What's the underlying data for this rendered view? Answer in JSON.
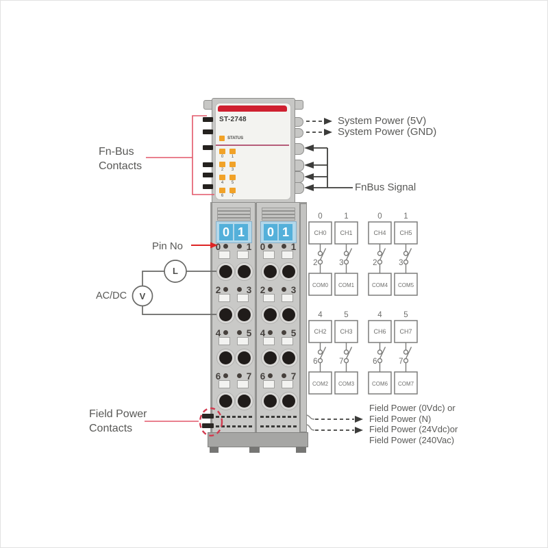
{
  "colors": {
    "module_red": "#cf2030",
    "led_orange": "#f1a228",
    "display_blue_cell": "#54b0da",
    "display_blue_panel": "#b4d8ea",
    "annotation_red": "#dd2424",
    "bracket_pink": "#e25768",
    "dashed_circle_red": "#d23c50",
    "module_gray": "#c7c7c5",
    "terminal_black": "#201c1a",
    "arrow_dark": "#3c3c3a",
    "diagram_line_gray": "#7c7c7a"
  },
  "module": {
    "model": "ST-2748",
    "status_label": "STATUS",
    "led_pairs": [
      [
        "0",
        "1"
      ],
      [
        "2",
        "3"
      ],
      [
        "4",
        "5"
      ],
      [
        "6",
        "7"
      ]
    ],
    "address_displays": [
      [
        "0",
        "1"
      ],
      [
        "0",
        "1"
      ]
    ],
    "terminal_pin_rows": [
      [
        "0",
        "1"
      ],
      [
        "2",
        "3"
      ],
      [
        "4",
        "5"
      ],
      [
        "6",
        "7"
      ]
    ]
  },
  "labels": {
    "fnbus_contacts": "Fn-Bus\nContacts",
    "pin_no": "Pin No",
    "acdc": "AC/DC",
    "load": "L",
    "voltage": "V",
    "field_power_contacts": "Field Power\nContacts",
    "system_power_5v": "System Power (5V)",
    "system_power_gnd": "System Power (GND)",
    "fnbus_signal": "FnBus Signal",
    "field_power_right": "Field Power (0Vdc) or\nField Power (N)\nField Power (24Vdc)or\nField Power (240Vac)"
  },
  "channel_groups": [
    {
      "pins_top": [
        "0",
        "1"
      ],
      "channels": [
        "CH0",
        "CH1"
      ],
      "pins_bottom": [
        "2",
        "3"
      ],
      "commons": [
        "COM0",
        "COM1"
      ]
    },
    {
      "pins_top": [
        "0",
        "1"
      ],
      "channels": [
        "CH4",
        "CH5"
      ],
      "pins_bottom": [
        "2",
        "3"
      ],
      "commons": [
        "COM4",
        "COM5"
      ]
    },
    {
      "pins_top": [
        "4",
        "5"
      ],
      "channels": [
        "CH2",
        "CH3"
      ],
      "pins_bottom": [
        "6",
        "7"
      ],
      "commons": [
        "COM2",
        "COM3"
      ]
    },
    {
      "pins_top": [
        "4",
        "5"
      ],
      "channels": [
        "CH6",
        "CH7"
      ],
      "pins_bottom": [
        "6",
        "7"
      ],
      "commons": [
        "COM6",
        "COM7"
      ]
    }
  ]
}
